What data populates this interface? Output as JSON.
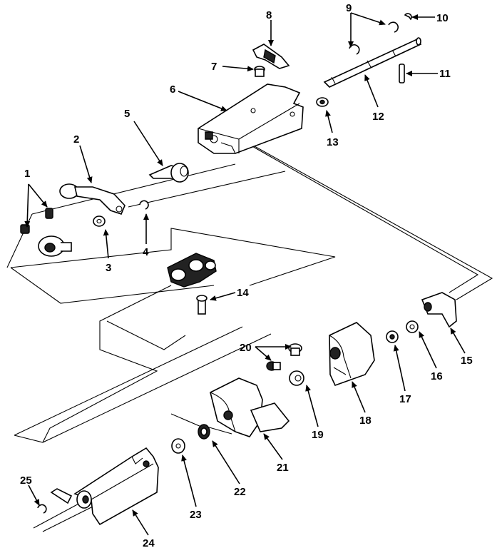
{
  "diagram": {
    "callouts": {
      "c1": "1",
      "c2": "2",
      "c3": "3",
      "c4": "4",
      "c5": "5",
      "c6": "6",
      "c7": "7",
      "c8": "8",
      "c9": "9",
      "c10": "10",
      "c11": "11",
      "c12": "12",
      "c13": "13",
      "c14": "14",
      "c15": "15",
      "c16": "16",
      "c17": "17",
      "c18": "18",
      "c19": "19",
      "c20": "20",
      "c21": "21",
      "c22": "22",
      "c23": "23",
      "c24": "24",
      "c25": "25"
    },
    "colors": {
      "ink": "#000000",
      "paper": "#ffffff",
      "fill": "#222222"
    }
  }
}
